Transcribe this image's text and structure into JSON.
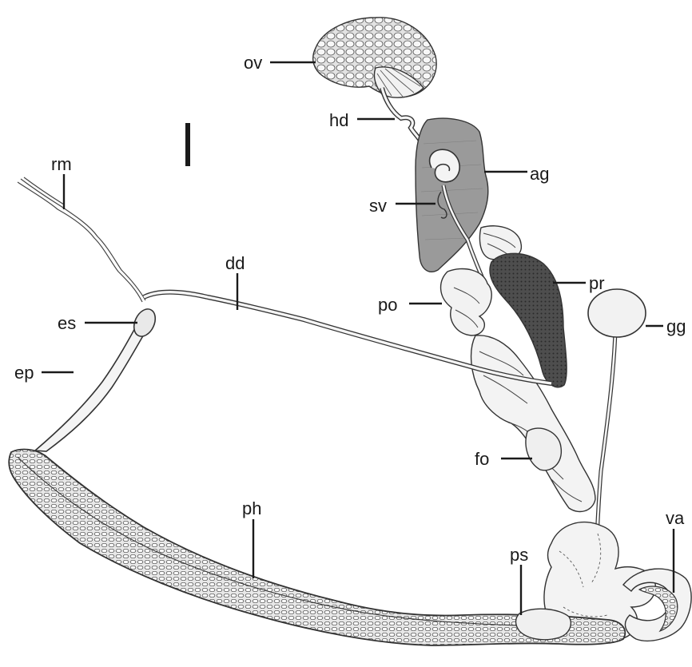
{
  "labels": {
    "ov": "ov",
    "hd": "hd",
    "ag": "ag",
    "sv": "sv",
    "rm": "rm",
    "dd": "dd",
    "pr": "pr",
    "po": "po",
    "es": "es",
    "gg": "gg",
    "ep": "ep",
    "fo": "fo",
    "va": "va",
    "ph": "ph",
    "ps": "ps"
  },
  "colors": {
    "line": "#1a1a1a",
    "albumen_gland": "#9a9a9a",
    "prostate": "#4a4a4a",
    "tissue": "#f4f4f4"
  }
}
